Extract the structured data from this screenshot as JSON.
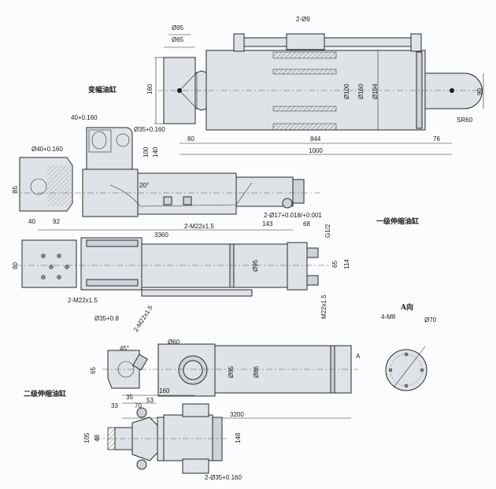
{
  "titles": {
    "luffing": "变幅油缸",
    "stage1": "一级伸缩油缸",
    "stage2": "二级伸缩油缸",
    "view_a": "A向"
  },
  "luffing_dims": {
    "d95": "Ø95",
    "d65": "Ø65",
    "h160": "160",
    "holes": "2-Ø9",
    "d100": "Ø100",
    "d160": "Ø160",
    "d194": "Ø194",
    "h90": "90",
    "sr": "SR60",
    "l80": "80",
    "l844": "844",
    "l76": "76",
    "l1000": "1000"
  },
  "stage1_side": {
    "w40": "40+0.160",
    "d35": "Ø35+0.160",
    "d40": "Ø40+0.160",
    "h100": "100",
    "h140": "140",
    "h85": "85",
    "angle": "20°",
    "thread": "2-M22x1.5",
    "l40": "40",
    "l92": "92",
    "l143": "143",
    "l68": "68",
    "l3360": "3360"
  },
  "stage1_top": {
    "h80": "80",
    "d95": "Ø95",
    "holes": "2-Ø17+0.018/+0.001",
    "g": "G1/2",
    "h65": "65",
    "h114": "114",
    "m22": "M22x1.5",
    "thread": "2-M22x1.5"
  },
  "stage1_bottom": {
    "d35": "Ø35+0.8",
    "thread": "2-M22x1.5",
    "angle": "45°",
    "h65": "65",
    "d60": "Ø60",
    "d95": "Ø95",
    "d86": "Ø86",
    "a": "A",
    "l35": "35",
    "l33": "33",
    "l70": "70",
    "l3200": "3200"
  },
  "view_a": {
    "bolts": "4-M8",
    "d70": "Ø70"
  },
  "stage2": {
    "l160": "160",
    "l53": "53",
    "h105": "105",
    "h48": "48",
    "h148": "148",
    "holes": "2-Ø35+0.160"
  }
}
